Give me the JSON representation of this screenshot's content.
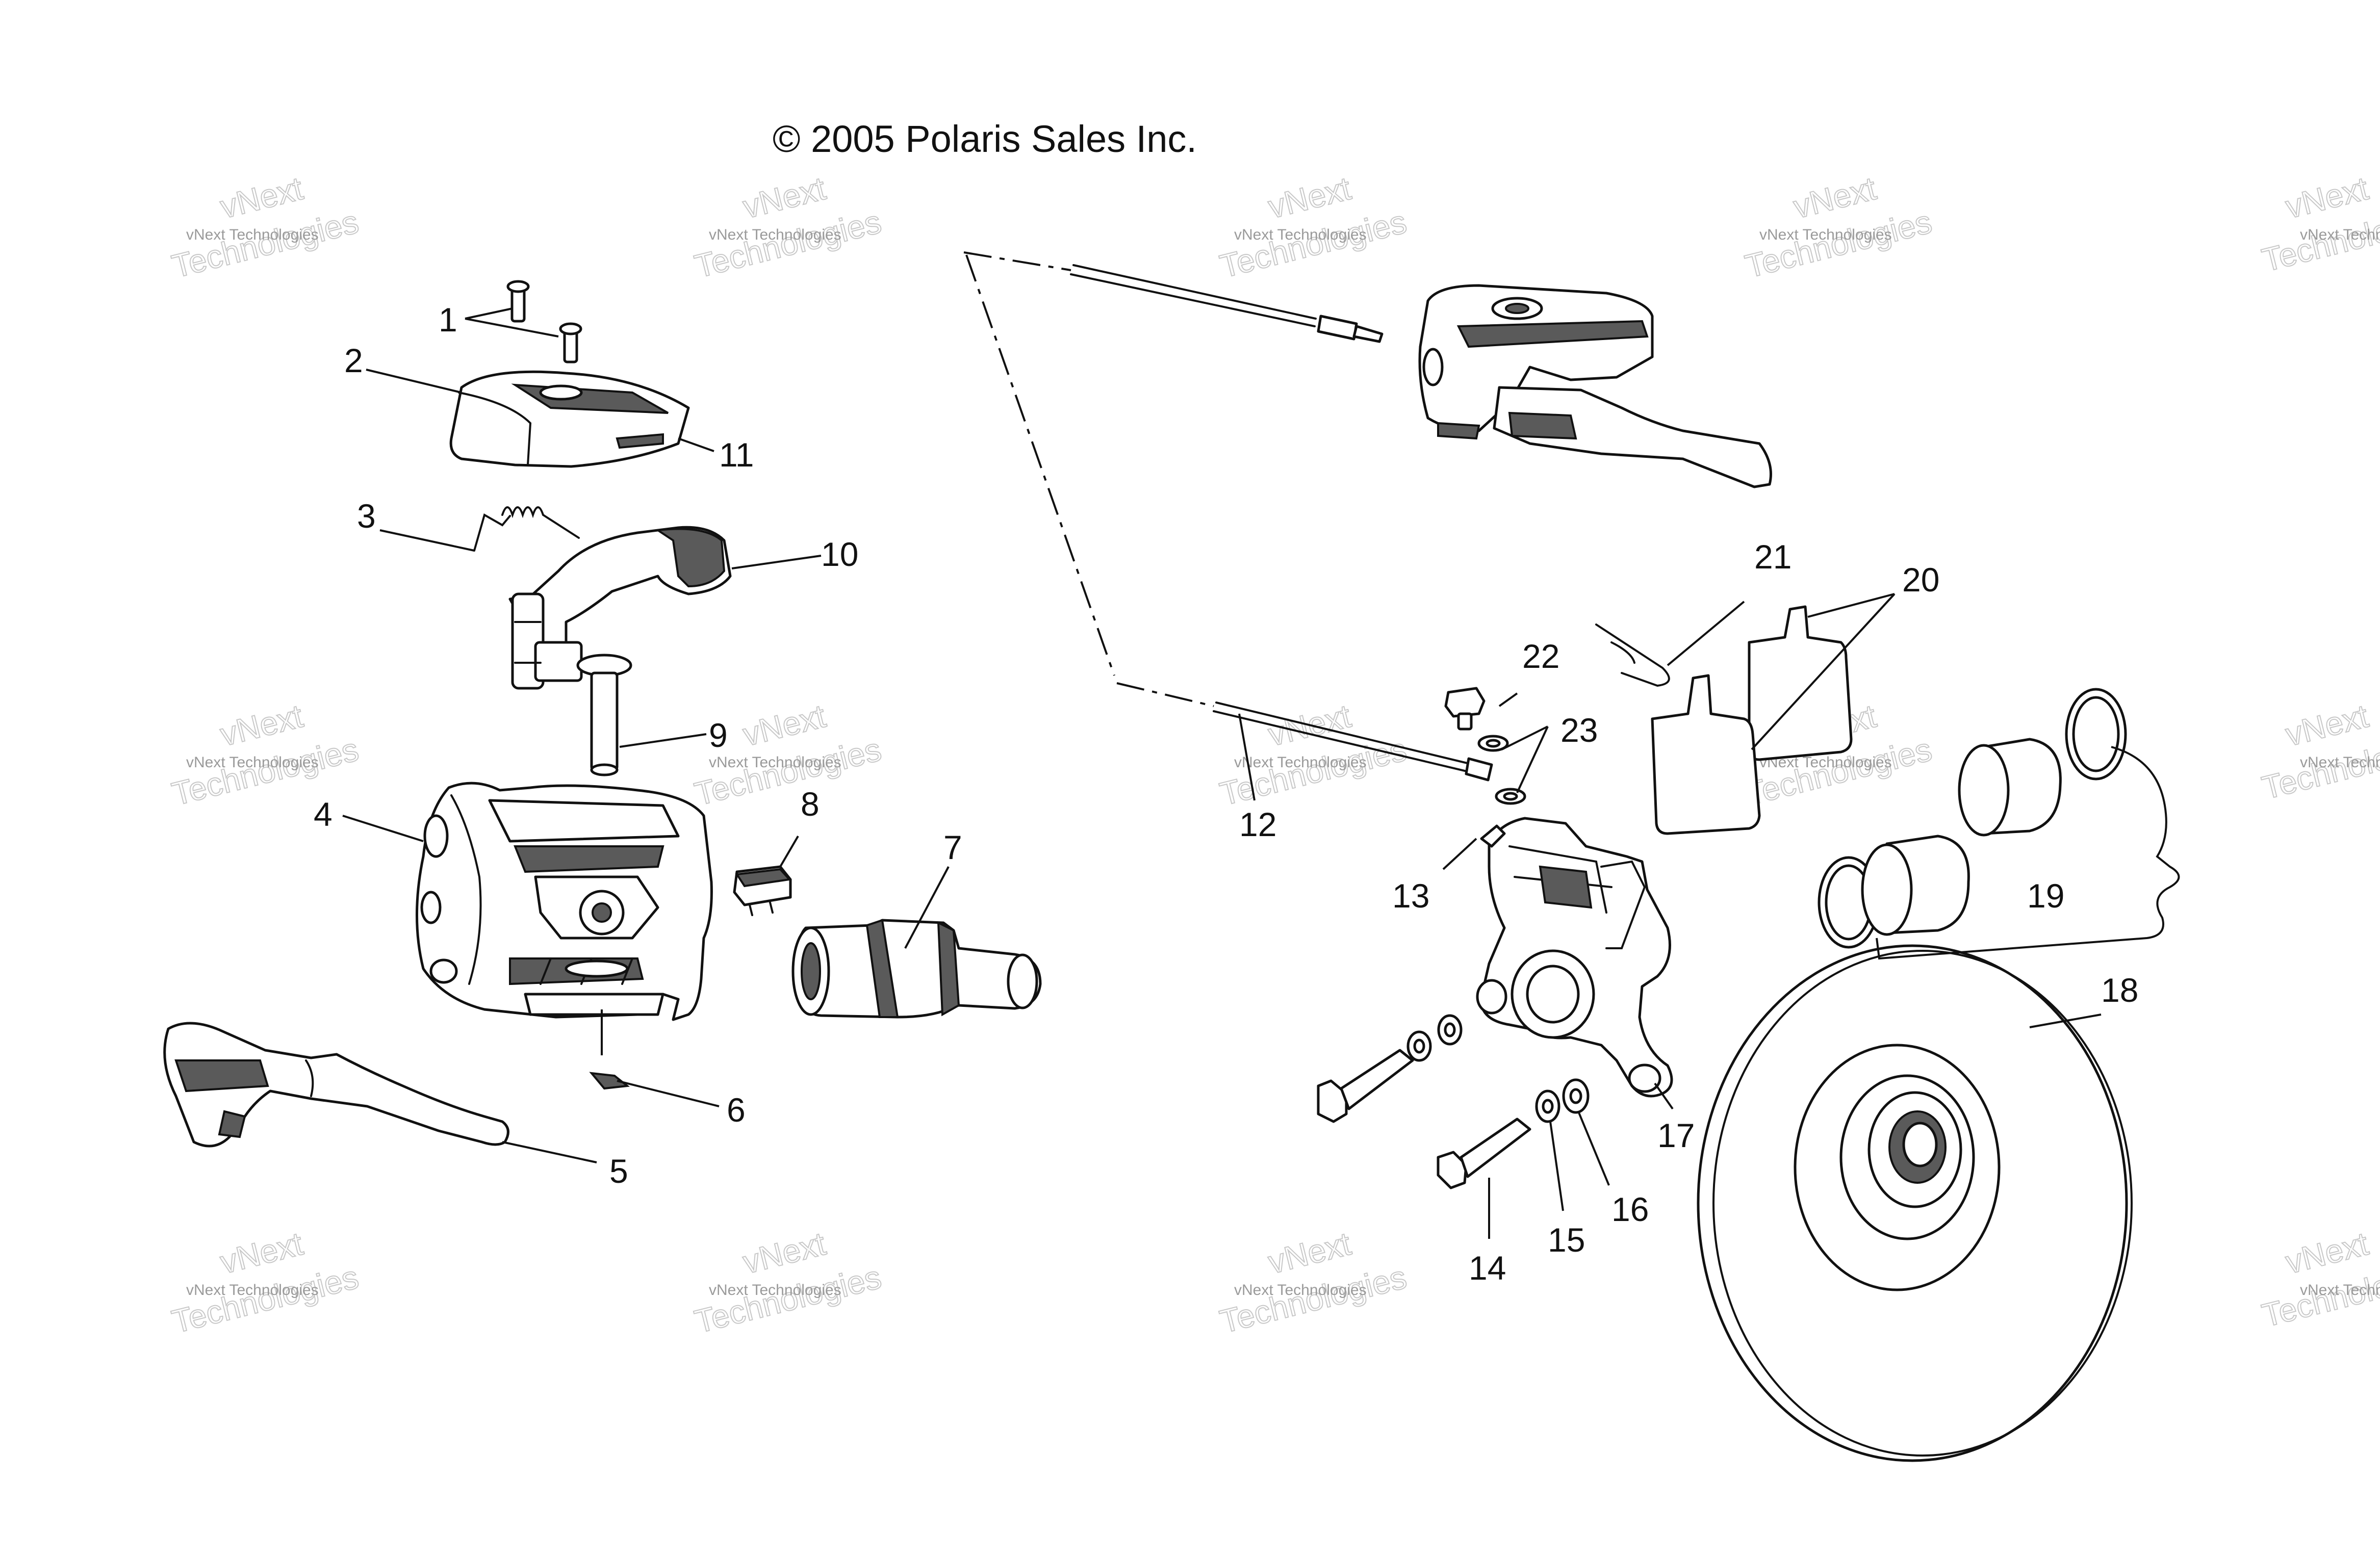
{
  "copyright": "© 2005 Polaris Sales Inc.",
  "watermark": {
    "small": "vNext Technologies",
    "big_1": "vNext",
    "big_2": "Technologies"
  },
  "callouts": [
    "1",
    "2",
    "3",
    "4",
    "5",
    "6",
    "7",
    "8",
    "9",
    "10",
    "11",
    "12",
    "13",
    "14",
    "15",
    "16",
    "17",
    "18",
    "19",
    "20",
    "21",
    "22",
    "23"
  ]
}
